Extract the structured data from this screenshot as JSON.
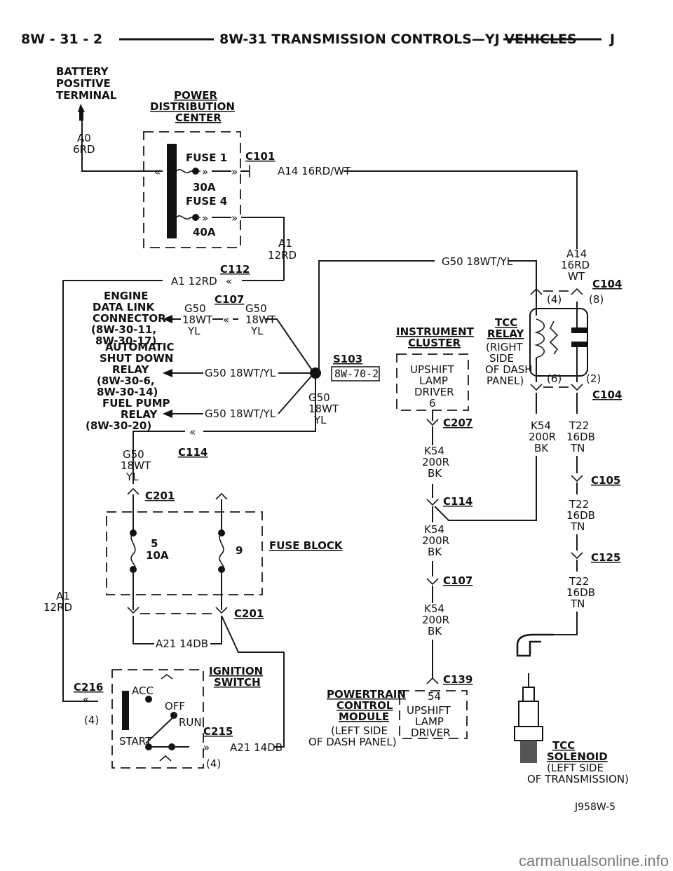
{
  "header": {
    "left": "8W - 31 - 2",
    "title": "8W-31 TRANSMISSION CONTROLS—YJ VEHICLES",
    "right": "J"
  },
  "labels": {
    "battery": [
      "BATTERY",
      "POSITIVE",
      "TERMINAL"
    ],
    "pdc": [
      "POWER",
      "DISTRIBUTION",
      "CENTER"
    ],
    "a0": [
      "A0",
      "6RD"
    ],
    "fuse1": "FUSE 1",
    "fuse1_amp": "30A",
    "fuse4": "FUSE 4",
    "fuse4_amp": "40A",
    "c101": "C101",
    "a14_wire": "A14 16RD/WT",
    "a1_right": [
      "A1",
      "12RD"
    ],
    "c112": "C112",
    "a1_wire": "A1 12RD",
    "engine_dlc": [
      "ENGINE",
      "DATA LINK",
      "CONNECTOR",
      "(8W-30-11,",
      "8W-30-17)"
    ],
    "c107_top": "C107",
    "g50_left": [
      "G50",
      "18WT",
      "YL"
    ],
    "g50_right": [
      "G50",
      "18WT",
      "YL"
    ],
    "asd_relay": [
      "AUTOMATIC",
      "SHUT DOWN",
      "RELAY",
      "(8W-30-6,",
      "8W-30-14)"
    ],
    "g50_asd": "G50 18WT/YL",
    "s103": "S103",
    "ref_8w70": "8W-70-2",
    "fuel_pump": [
      "FUEL PUMP",
      "RELAY",
      "(8W-30-20)"
    ],
    "g50_fuel": "G50 18WT/YL",
    "g50_splice": [
      "G50",
      "18WT",
      "YL"
    ],
    "c114_left": "C114",
    "g50_down": [
      "G50",
      "18WT",
      "YL"
    ],
    "c201_top": "C201",
    "fuse5": "5",
    "fuse5_amp": "10A",
    "fuse9": "9",
    "fuse_block": "FUSE BLOCK",
    "a1_left": [
      "A1",
      "12RD"
    ],
    "c201_bottom": "C201",
    "a21_top": "A21 14DB",
    "ignition": [
      "IGNITION",
      "SWITCH"
    ],
    "c216": "C216",
    "c216_pin": "(4)",
    "acc": "ACC",
    "off": "OFF",
    "run": "RUN",
    "start": "START",
    "c215": "C215",
    "a21_bottom": "A21 14DB",
    "c215_pin": "(4)",
    "g50_top_wire": "G50 18WT/YL",
    "a14_right": [
      "A14",
      "16RD",
      "WT"
    ],
    "c104_top": "C104",
    "pin4": "(4)",
    "pin8": "(8)",
    "instrument_cluster": [
      "INSTRUMENT",
      "CLUSTER"
    ],
    "upshift_driver": [
      "UPSHIFT",
      "LAMP",
      "DRIVER"
    ],
    "cluster_pin": "6",
    "tcc_relay": [
      "TCC",
      "RELAY"
    ],
    "tcc_relay_loc": [
      "(RIGHT",
      "SIDE",
      "OF DASH",
      "PANEL)"
    ],
    "pin6": "(6)",
    "pin2": "(2)",
    "c104_bottom": "C104",
    "c207": "C207",
    "k54_1": [
      "K54",
      "200R",
      "BK"
    ],
    "k54_relay": [
      "K54",
      "200R",
      "BK"
    ],
    "t22_1": [
      "T22",
      "16DB",
      "TN"
    ],
    "c105": "C105",
    "c114_right": "C114",
    "t22_2": [
      "T22",
      "16DB",
      "TN"
    ],
    "k54_2": [
      "K54",
      "200R",
      "BK"
    ],
    "c125": "C125",
    "c107_mid": "C107",
    "t22_3": [
      "T22",
      "16DB",
      "TN"
    ],
    "k54_3": [
      "K54",
      "200R",
      "BK"
    ],
    "c139": "C139",
    "pcm_pin": "54",
    "pcm_driver": [
      "UPSHIFT",
      "LAMP",
      "DRIVER"
    ],
    "pcm": [
      "POWERTRAIN",
      "CONTROL",
      "MODULE"
    ],
    "pcm_loc": [
      "(LEFT SIDE",
      "OF DASH PANEL)"
    ],
    "tcc_solenoid": [
      "TCC",
      "SOLENOID"
    ],
    "solenoid_loc": [
      "(LEFT SIDE",
      "OF TRANSMISSION)"
    ],
    "figure_id": "J958W-5",
    "watermark": "carmanualsonline.info"
  }
}
